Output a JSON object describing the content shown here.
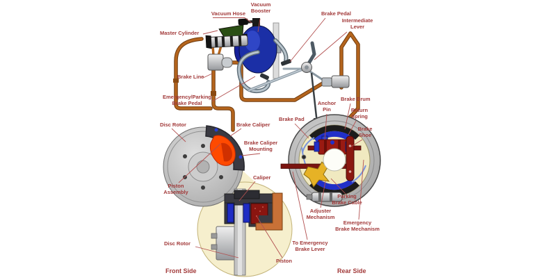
{
  "diagram": {
    "subject": "Automotive brake system (front disc, rear drum)",
    "labels": {
      "vacuum_booster": "Vacuum\nBooster",
      "vacuum_hose": "Vacuum Hose",
      "master_cylinder": "Master Cylinder",
      "brake_pedal": "Brake Pedal",
      "intermediate_lever": "Intermediate\nLever",
      "brake_line": "Brake Line",
      "emergency_parking_brake_pedal": "Emergency/Parking\nBrake Pedal",
      "disc_rotor": "Disc Rotor",
      "brake_caliper": "Brake Caliper",
      "brake_caliper_mounting": "Brake Caliper\nMounting",
      "brake_pad": "Brake Pad",
      "anchor_pin": "Anchor\nPin",
      "brake_drum": "Brake Drum",
      "return_spring": "Return\nSpring",
      "brake_shoe": "Brake\nShoe",
      "piston_assembly": "Piston\nAssembly",
      "caliper": "Caliper",
      "disc_rotor_bottom": "Disc Rotor",
      "piston": "Piston",
      "to_emergency_brake_lever": "To Emergency\nBrake Lever",
      "adjuster_mechanism": "Adjuster\nMechanism",
      "parking_brake_cable": "Parking\nBrake Cable",
      "emergency_brake_mechanism": "Emergency\nBrake Mechanism",
      "front_side": "Front Side",
      "rear_side": "Rear Side"
    },
    "colors": {
      "label_red": "#a23a3a",
      "leader_red": "#b25050",
      "copper_line": "#b5651d",
      "copper_outline": "#6e3a0e",
      "booster_blue": "#1b2fa6",
      "reservoir_green": "#2a4f14",
      "pedal_gray": "#b0bec8",
      "caliper_dark": "#3a3a42",
      "caliper_orange": "#ff4a00",
      "pad_blue": "#1f2cc4",
      "hardware_red": "#8a1810",
      "adjuster_yellow": "#e6b226",
      "drum_face_cream": "#f0e9c0",
      "inset_cream": "#f6efcd",
      "rotor_gray": "#b4b4b4"
    }
  }
}
